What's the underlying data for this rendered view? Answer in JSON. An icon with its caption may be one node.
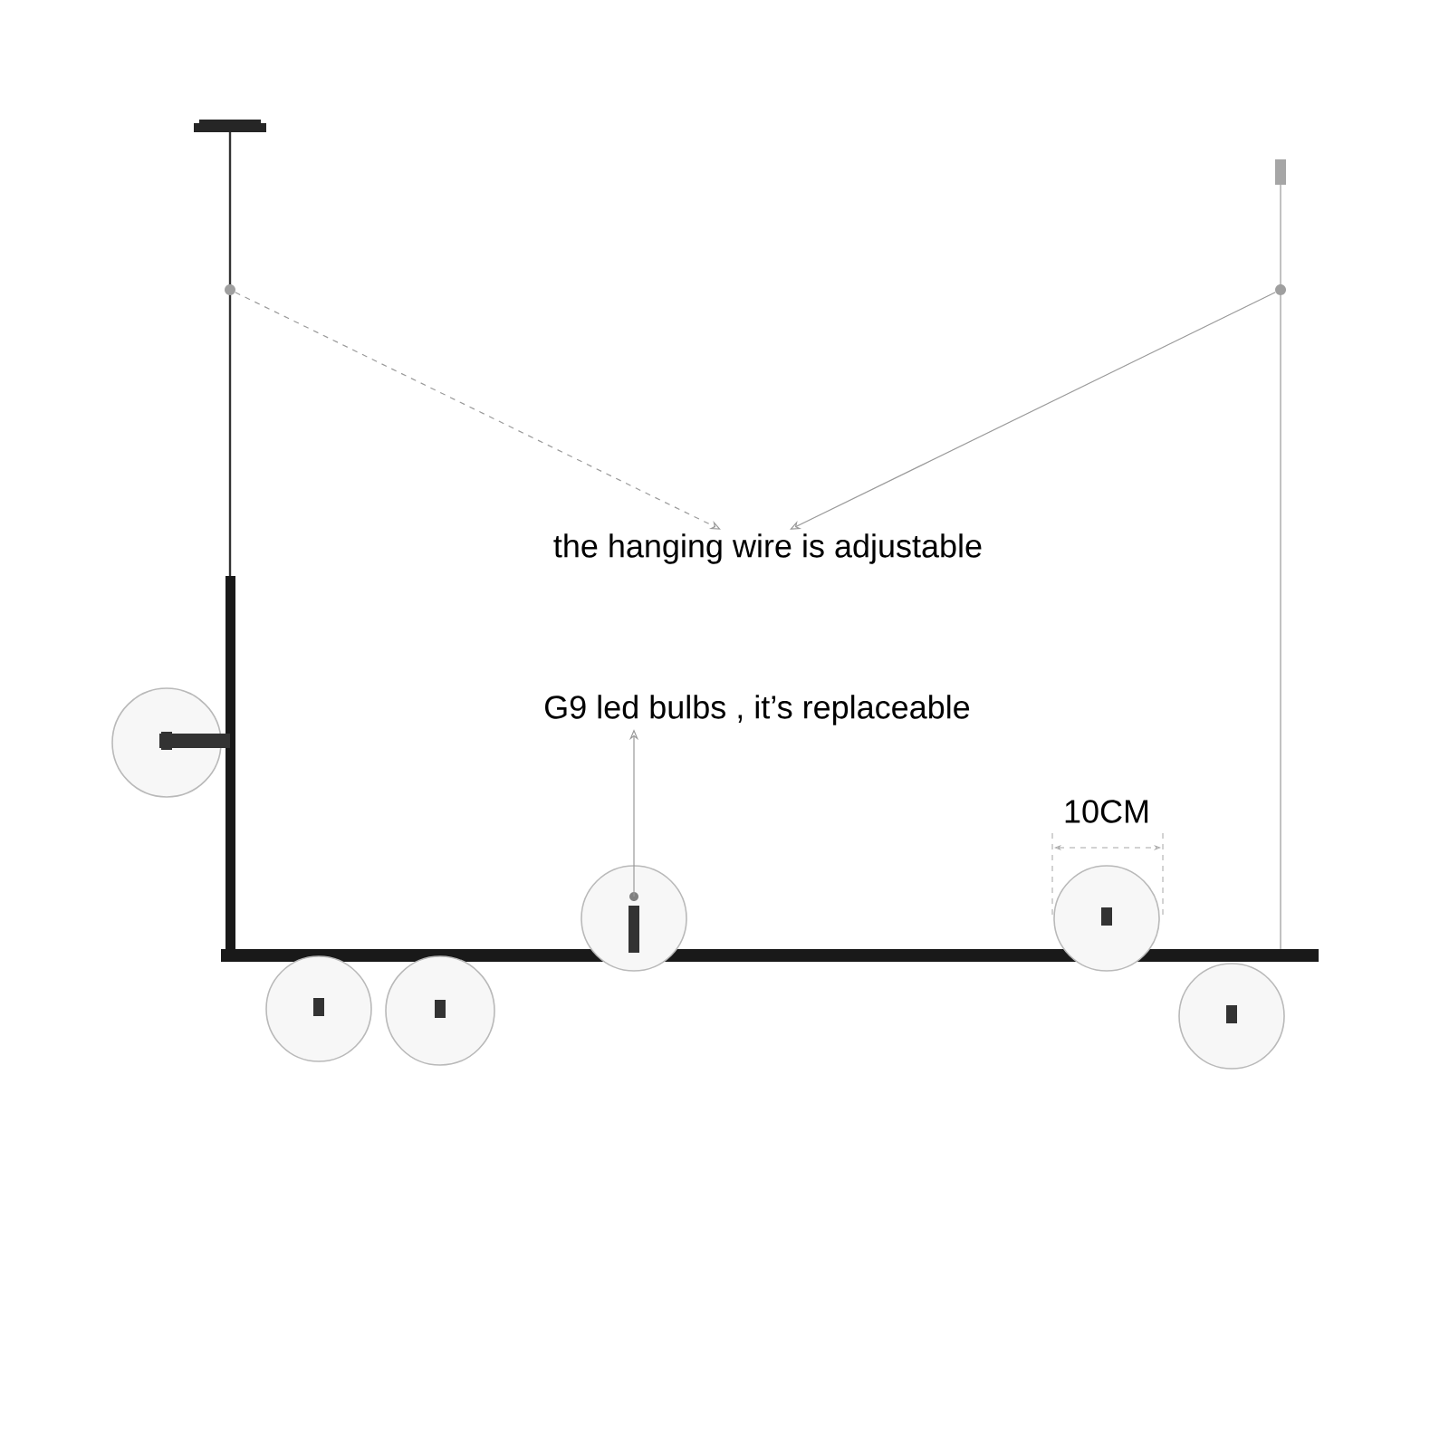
{
  "diagram": {
    "nodes": [
      {
        "text": [
          "the hanging wire is adjustable"
        ]
      },
      {
        "text": [],
        "shape": "circle"
      },
      {
        "text": [],
        "shape": "circle"
      },
      {
        "text": [
          "G9 led bulbs , it’s replaceable"
        ]
      },
      {
        "text": [],
        "shape": "circle"
      }
    ],
    "edges": [
      {
        "from": 1,
        "to": 0,
        "arrow": "to",
        "style": "dashed"
      },
      {
        "from": 2,
        "to": 0,
        "arrow": "to"
      },
      {
        "from": 4,
        "to": 3,
        "arrow": "to"
      }
    ],
    "labels": [
      "10CM"
    ]
  }
}
